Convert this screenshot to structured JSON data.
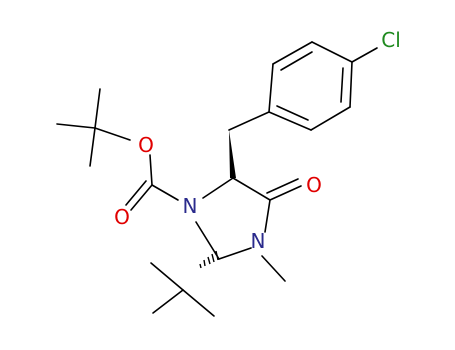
{
  "molecule": {
    "atoms": {
      "cl": "Cl",
      "o_ester": "O",
      "o_carbonyl_boc": "O",
      "n1": "N",
      "n3": "N",
      "o_ketone": "O"
    },
    "colors": {
      "bond": "#000000",
      "oxygen": "#e00000",
      "nitrogen": "#2a2a8c",
      "chlorine": "#1f8a1f"
    }
  }
}
